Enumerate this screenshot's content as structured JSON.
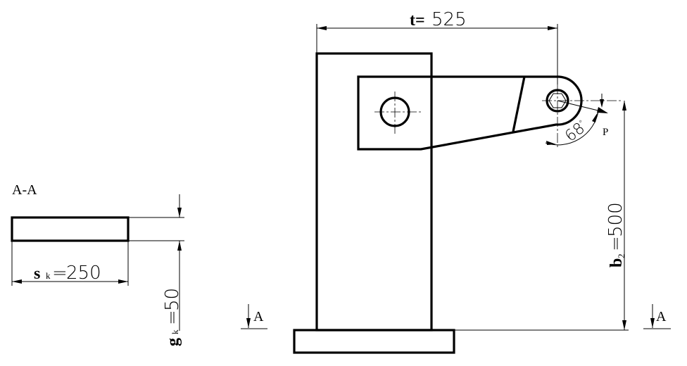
{
  "section": {
    "title": "A-A",
    "marker_left": "A",
    "marker_right": "A"
  },
  "dimensions": {
    "t_label": "t=",
    "t_value": "525",
    "b2_label": "b",
    "b2_sub": "2",
    "b2_value": "500",
    "sk_label": "s",
    "sk_sub": "k",
    "sk_value": "250",
    "gk_label": "g",
    "gk_sub": "k",
    "gk_value": "50",
    "angle_value": "68",
    "angle_unit": "°",
    "force_label": "P"
  }
}
